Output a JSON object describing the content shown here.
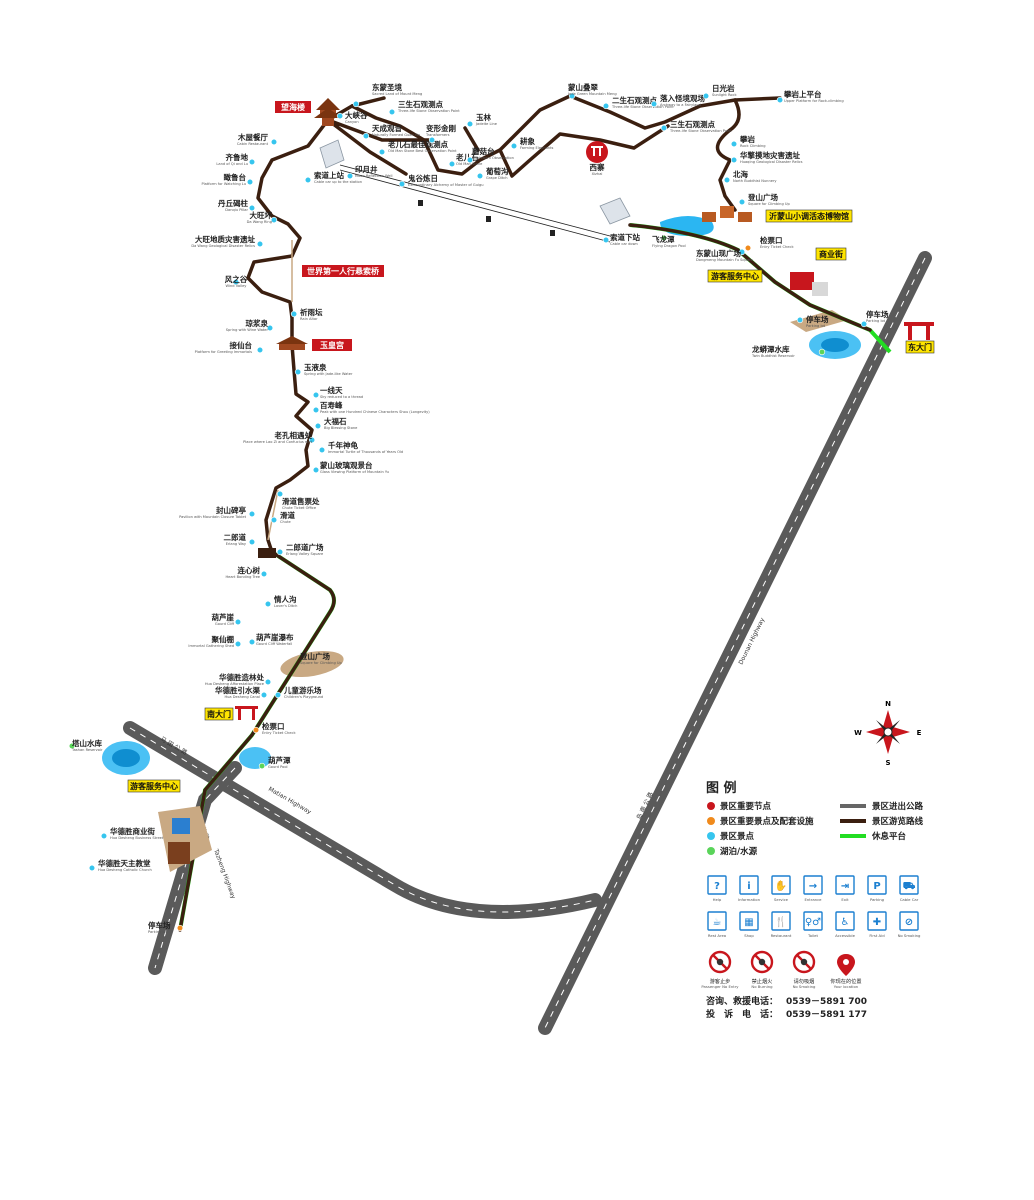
{
  "map": {
    "colors": {
      "trail": "#3b1f10",
      "trail_edge": "#ffffff",
      "highway": "#5a5a5a",
      "highway_dash": "#ffffff",
      "rest": "#22dd22",
      "lake": "#2bb6f2",
      "node_red": "#c8161d",
      "node_orange": "#f08a1c",
      "node_cyan": "#36c5ee",
      "node_green": "#5ad45a",
      "plaza": "#c9a983",
      "badge_red": "#c8161d",
      "badge_yellow": "#ffe500",
      "icon_blue": "#1b7fd0"
    },
    "pois": [
      {
        "name": "东蒙圣境",
        "en": "Sacred Land of Mount Meng",
        "kind": "cyan"
      },
      {
        "name": "大峡谷",
        "en": "Canyon",
        "kind": "cyan"
      },
      {
        "name": "三生石观测点",
        "en": "Three-life Stone Observation Point",
        "kind": "cyan"
      },
      {
        "name": "天成观音",
        "en": "Naturally Formed Guan Yin",
        "kind": "cyan"
      },
      {
        "name": "老儿石最佳观测点",
        "en": "Old Man Stone Best Observation Point",
        "kind": "cyan"
      },
      {
        "name": "印月井",
        "en": "Moon Reflection Well",
        "kind": "cyan"
      },
      {
        "name": "鬼谷炼日",
        "en": "Extraordinary Alchemy of Master of Guigu",
        "kind": "cyan"
      },
      {
        "name": "望海楼",
        "en": "Wanghai Tower",
        "kind": "badge"
      },
      {
        "name": "木屋餐厅",
        "en": "Cabin Restaurant",
        "kind": "cyan"
      },
      {
        "name": "索道上站",
        "en": "Cable car up to the station",
        "kind": "cyan"
      },
      {
        "name": "齐鲁地",
        "en": "Land of Qi and Lu",
        "kind": "cyan"
      },
      {
        "name": "瞰鲁台",
        "en": "Platform for Watching Lu",
        "kind": "cyan"
      },
      {
        "name": "丹丘碣柱",
        "en": "Danqiu Pillar",
        "kind": "cyan"
      },
      {
        "name": "大旺坏",
        "en": "Da Wang Ring",
        "kind": "cyan"
      },
      {
        "name": "大旺地质灾害遗址",
        "en": "Da Wang Geological Disaster Relics",
        "kind": "cyan"
      },
      {
        "name": "风之谷",
        "en": "Wind Valley",
        "kind": "cyan"
      },
      {
        "name": "世界第一人行悬索桥",
        "en": "World's First Pedestrian Suspension Bridge",
        "kind": "badge"
      },
      {
        "name": "祈雨坛",
        "en": "Rain Altar",
        "kind": "cyan"
      },
      {
        "name": "琼浆泉",
        "en": "Spring with Wine Water",
        "kind": "cyan"
      },
      {
        "name": "接仙台",
        "en": "Platform for Greeting Immortals",
        "kind": "cyan"
      },
      {
        "name": "玉皇宫",
        "en": "Jade Emperor Palace",
        "kind": "badge"
      },
      {
        "name": "玉液泉",
        "en": "Spring with Jade-like Water",
        "kind": "cyan"
      },
      {
        "name": "一线天",
        "en": "Sky reduced to a thread",
        "kind": "cyan"
      },
      {
        "name": "百寿峰",
        "en": "Peak with one Hundred Chinese Characters Shou (Longevity)",
        "kind": "cyan"
      },
      {
        "name": "大福石",
        "en": "Big Blessing Stone",
        "kind": "cyan"
      },
      {
        "name": "老孔相遇处",
        "en": "Place where Lao Zi and Confucius met",
        "kind": "cyan"
      },
      {
        "name": "千年神龟",
        "en": "Immortal Turtle of Thousands of Years Old",
        "kind": "cyan"
      },
      {
        "name": "蒙山玻璃观景台",
        "en": "Glass Viewing Platform of Mountain Yu",
        "kind": "cyan"
      },
      {
        "name": "滑道售票处",
        "en": "Chute Ticket Office",
        "kind": "cyan"
      },
      {
        "name": "封山碑亭",
        "en": "Pavilion with Mountain Closure Tablet",
        "kind": "cyan"
      },
      {
        "name": "滑道",
        "en": "Chute",
        "kind": "cyan"
      },
      {
        "name": "二郎道",
        "en": "Erlang Way",
        "kind": "cyan"
      },
      {
        "name": "二郎道广场",
        "en": "Erlang Valley Square",
        "kind": "cyan"
      },
      {
        "name": "连心树",
        "en": "Heart Bonding Tree",
        "kind": "cyan"
      },
      {
        "name": "情人沟",
        "en": "Lover's Ditch",
        "kind": "cyan"
      },
      {
        "name": "葫芦崖",
        "en": "Gourd Cliff",
        "kind": "cyan"
      },
      {
        "name": "聚仙棚",
        "en": "Immortal Gathering Shed",
        "kind": "cyan"
      },
      {
        "name": "葫芦崖瀑布",
        "en": "Gourd Cliff Waterfall",
        "kind": "cyan"
      },
      {
        "name": "登山广场",
        "en": "Square for Climbing Up",
        "kind": "plaza"
      },
      {
        "name": "华德胜造林处",
        "en": "Hua Desheng Afforestation Place",
        "kind": "cyan"
      },
      {
        "name": "华德胜引水渠",
        "en": "Hua Desheng Canal",
        "kind": "cyan"
      },
      {
        "name": "儿童游乐场",
        "en": "Children's Playground",
        "kind": "cyan"
      },
      {
        "name": "南大门",
        "en": "South Gate",
        "kind": "badge"
      },
      {
        "name": "检票口",
        "en": "Entry Ticket Check",
        "kind": "orange"
      },
      {
        "name": "塔山水库",
        "en": "Tashan Reservoir",
        "kind": "green"
      },
      {
        "name": "葫芦潭",
        "en": "Gourd Pool",
        "kind": "green"
      },
      {
        "name": "游客服务中心",
        "en": "The tourist service center",
        "kind": "badge"
      },
      {
        "name": "华德胜商业街",
        "en": "Hua Desheng Business Street",
        "kind": "cyan"
      },
      {
        "name": "华德胜天主教堂",
        "en": "Hua Desheng Catholic Church",
        "kind": "cyan"
      },
      {
        "name": "停车场",
        "en": "Parking lot",
        "kind": "orange"
      },
      {
        "name": "蒙山叠翠",
        "en": "Jade Green Mountain Meng",
        "kind": "cyan"
      },
      {
        "name": "二生石观测点",
        "en": "Three-life Stone Observation Point",
        "kind": "cyan"
      },
      {
        "name": "落入怪境观场",
        "en": "Archway to a Fairyland",
        "kind": "cyan"
      },
      {
        "name": "日光岩",
        "en": "Sunlight Rock",
        "kind": "cyan"
      },
      {
        "name": "攀岩上平台",
        "en": "Upper Platform for Rock-climbing",
        "kind": "cyan"
      },
      {
        "name": "三生石观测点",
        "en": "Three-life Stone Observation Point",
        "kind": "cyan"
      },
      {
        "name": "攀岩",
        "en": "Rock Climbing",
        "kind": "cyan"
      },
      {
        "name": "华擎摸地灾害遗址",
        "en": "Huaqing Geological Disaster Relics",
        "kind": "cyan"
      },
      {
        "name": "北海",
        "en": "North Buddhist Nunnery",
        "kind": "cyan"
      },
      {
        "name": "登山广场",
        "en": "Square for Climbing Up",
        "kind": "cyan"
      },
      {
        "name": "沂蒙山小调活态博物馆",
        "en": "Yimeng Mountain Lilting Living Museum",
        "kind": "badge"
      },
      {
        "name": "索道下站",
        "en": "Cable car down",
        "kind": "cyan"
      },
      {
        "name": "飞龙潭",
        "en": "Flying Dragon Pool",
        "kind": "green"
      },
      {
        "name": "东蒙山现广场",
        "en": "Dongmeng Mountain Fu Square",
        "kind": "cyan"
      },
      {
        "name": "检票口",
        "en": "Entry Ticket Check",
        "kind": "orange"
      },
      {
        "name": "商业街",
        "en": "Business Street",
        "kind": "badge"
      },
      {
        "name": "游客服务中心",
        "en": "The tourist service center",
        "kind": "badge"
      },
      {
        "name": "停车场",
        "en": "Parking lot",
        "kind": "cyan"
      },
      {
        "name": "停车场",
        "en": "Parking lot",
        "kind": "cyan"
      },
      {
        "name": "东大门",
        "en": "North Gate",
        "kind": "badge"
      },
      {
        "name": "龙蟒潭水库",
        "en": "Twin Buddhist Reservoir",
        "kind": "green"
      },
      {
        "name": "玉林",
        "en": "Jadeite Line",
        "kind": "cyan"
      },
      {
        "name": "耕象",
        "en": "Farming Elephants",
        "kind": "cyan"
      },
      {
        "name": "老儿石",
        "en": "Old Man Stone",
        "kind": "cyan"
      },
      {
        "name": "葡萄沟",
        "en": "Grape Ditch",
        "kind": "cyan"
      },
      {
        "name": "变形金刚",
        "en": "Transformers",
        "kind": "cyan"
      },
      {
        "name": "蘑菇台",
        "en": "Mushroom Observation",
        "kind": "cyan"
      },
      {
        "name": "西寨",
        "en": "Xizhai",
        "kind": "red"
      }
    ],
    "roads": {
      "matian": "Matian Highway",
      "matian_zh": "马 田 公 路",
      "dounan": "Dounan Highway",
      "dounan_zh": "岛 南 公 路",
      "tazheng": "Tazheng Highway",
      "tazheng_zh": "塔 镇 公 路"
    },
    "compass": {
      "n": "N",
      "s": "S",
      "e": "E",
      "w": "W"
    }
  },
  "legend": {
    "title": "图 例",
    "items_left": [
      {
        "label": "景区重要节点",
        "color": "#c8161d"
      },
      {
        "label": "景区重要景点及配套设施",
        "color": "#f08a1c"
      },
      {
        "label": "景区景点",
        "color": "#36c5ee"
      },
      {
        "label": "湖泊/水源",
        "color": "#5ad45a"
      }
    ],
    "items_right": [
      {
        "label": "景区进出公路",
        "color": "#666666"
      },
      {
        "label": "景区游览路线",
        "color": "#3b1f10"
      },
      {
        "label": "休息平台",
        "color": "#22dd22"
      }
    ],
    "icons_row1": [
      {
        "icon": "question-icon",
        "caption": "Help"
      },
      {
        "icon": "info-icon",
        "caption": "Information"
      },
      {
        "icon": "handshake-icon",
        "caption": "Service"
      },
      {
        "icon": "entrance-icon",
        "caption": "Entrance"
      },
      {
        "icon": "exit-icon",
        "caption": "Exit"
      },
      {
        "icon": "parking-icon",
        "caption": "Parking"
      },
      {
        "icon": "cable-car-icon",
        "caption": "Cable Car"
      }
    ],
    "icons_row2": [
      {
        "icon": "rest-area-icon",
        "caption": "Rest Area"
      },
      {
        "icon": "shop-icon",
        "caption": "Shop"
      },
      {
        "icon": "restaurant-icon",
        "caption": "Restaurant"
      },
      {
        "icon": "toilet-icon",
        "caption": "Toilet"
      },
      {
        "icon": "accessible-icon",
        "caption": "Accessible"
      },
      {
        "icon": "first-aid-icon",
        "caption": "First Aid"
      },
      {
        "icon": "no-smoking-icon",
        "caption": "No Smoking"
      }
    ],
    "prohibit": [
      {
        "zh": "游客止步",
        "en": "Passenger No Entry"
      },
      {
        "zh": "禁止烟火",
        "en": "No Burning"
      },
      {
        "zh": "请勿吸烟",
        "en": "No Smoking"
      },
      {
        "zh": "你现在的位置",
        "en": "Your location"
      }
    ],
    "contact_label": "咨询、救援电话：",
    "contact_value": "0539－5891 700",
    "complaint_label": "投　诉　电　话：",
    "complaint_value": "0539－5891 177"
  }
}
